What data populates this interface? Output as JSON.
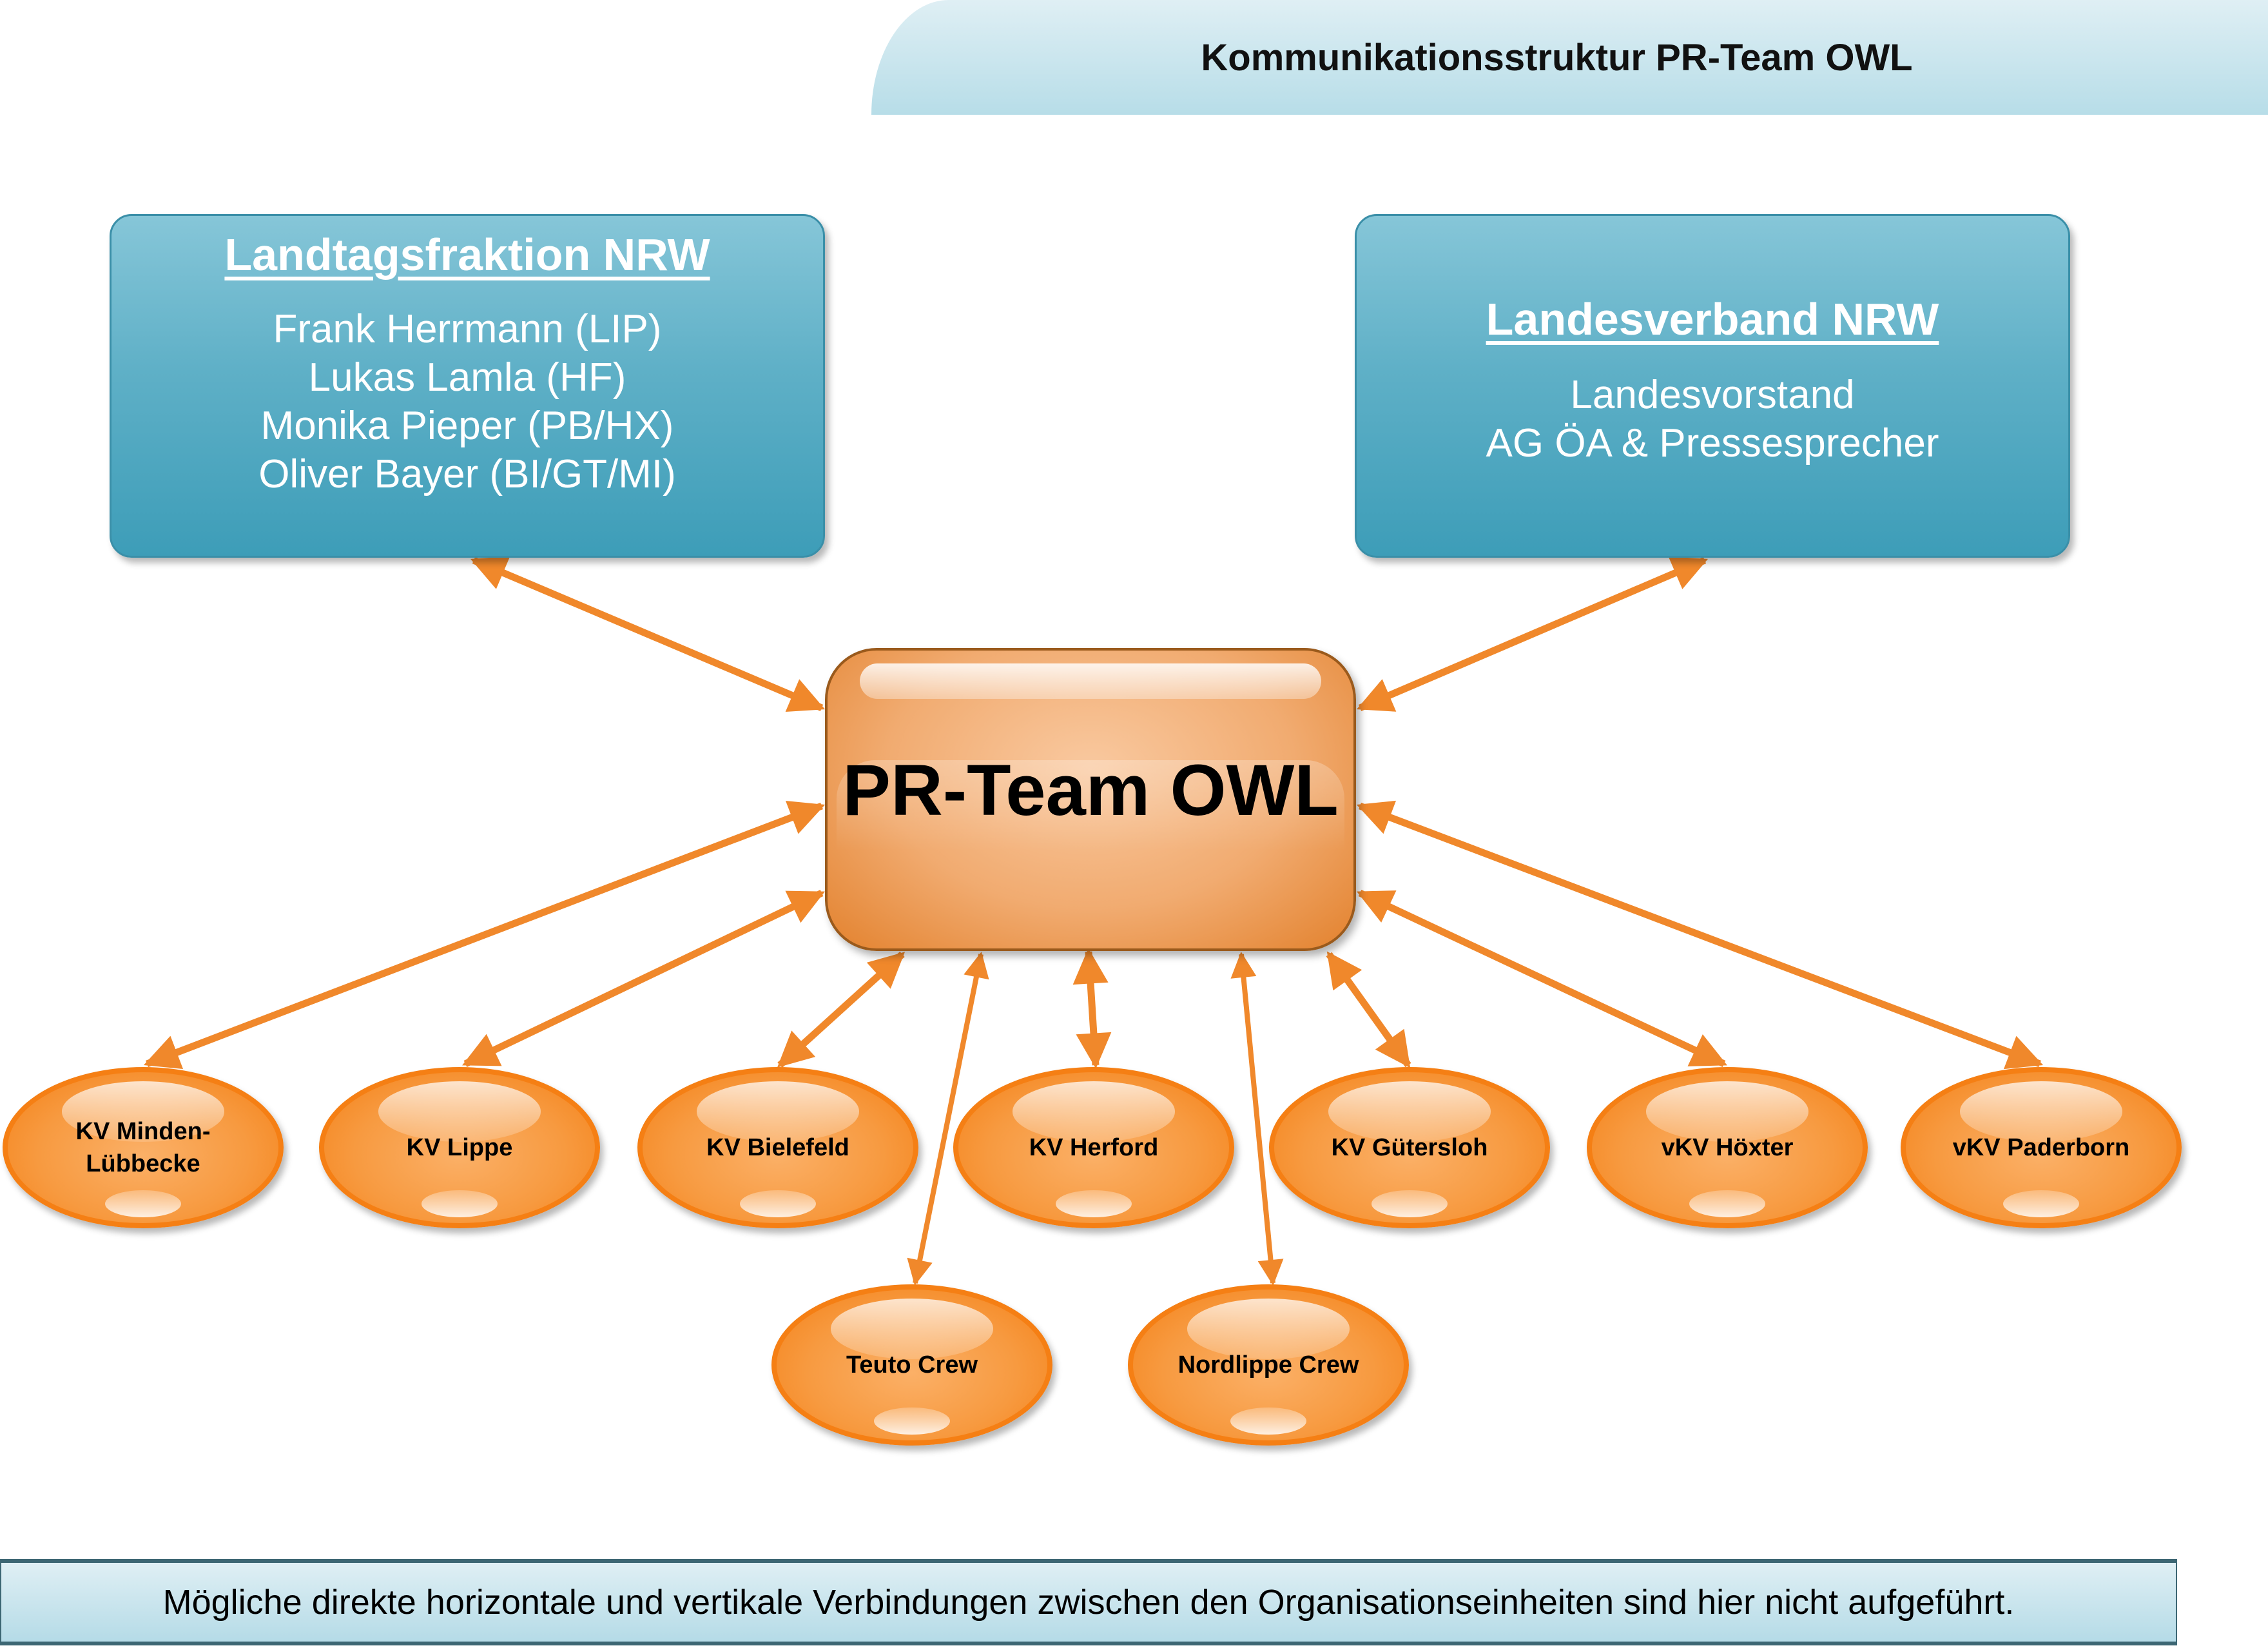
{
  "header": {
    "title": "Kommunikationsstruktur PR-Team OWL"
  },
  "left_box": {
    "title": "Landtagsfraktion NRW",
    "lines": [
      "Frank Herrmann (LIP)",
      "Lukas Lamla (HF)",
      "Monika Pieper (PB/HX)",
      "Oliver Bayer (BI/GT/MI)"
    ]
  },
  "right_box": {
    "title": "Landesverband NRW",
    "lines": [
      "Landesvorstand",
      "AG ÖA & Pressesprecher"
    ]
  },
  "center": {
    "label": "PR-Team OWL"
  },
  "units": [
    {
      "label": "KV Minden-\nLübbecke"
    },
    {
      "label": "KV Lippe"
    },
    {
      "label": "KV Bielefeld"
    },
    {
      "label": "KV Herford"
    },
    {
      "label": "KV Gütersloh"
    },
    {
      "label": "vKV Höxter"
    },
    {
      "label": "vKV Paderborn"
    }
  ],
  "crews": [
    {
      "label": "Teuto Crew"
    },
    {
      "label": "Nordlippe Crew"
    }
  ],
  "footer": {
    "note": "Mögliche direkte horizontale und vertikale Verbindungen zwischen den Organisationseinheiten sind hier nicht aufgeführt."
  },
  "colors": {
    "arrow": "#f0882b",
    "blue_box": "#4ea7c0",
    "orange": "#f57f14",
    "header_bg": "#cfe8f0"
  }
}
